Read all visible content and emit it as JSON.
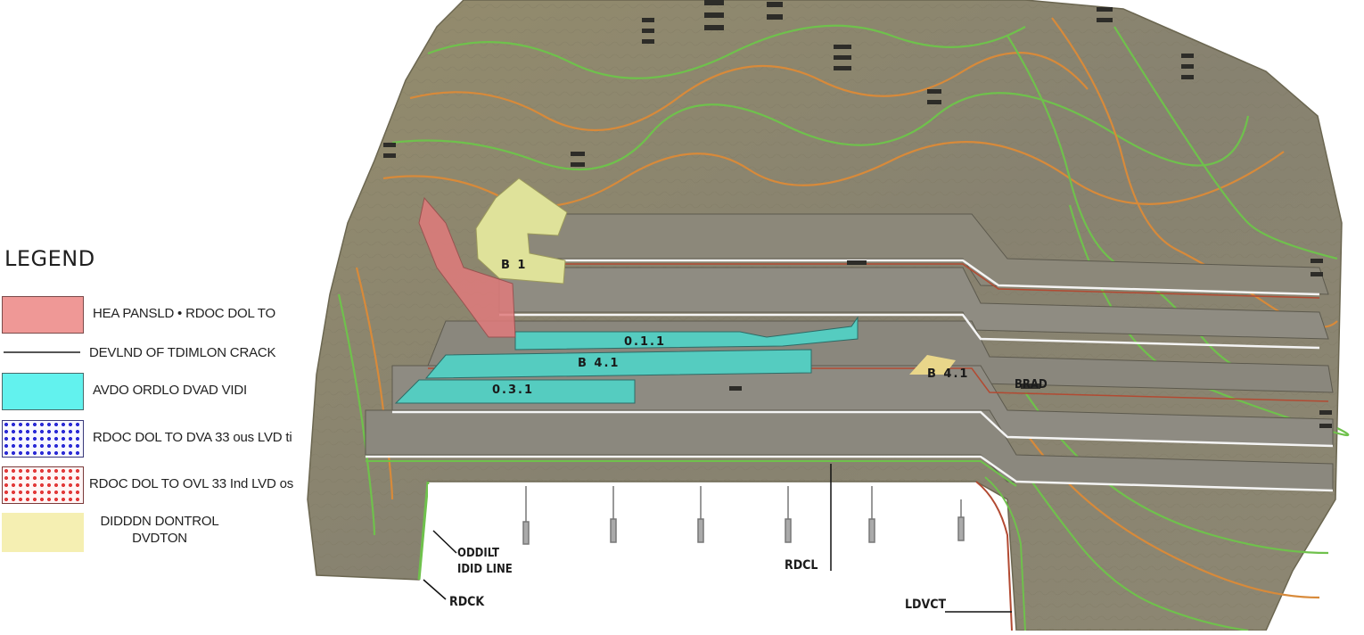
{
  "legend": {
    "title": "LEGEND",
    "items": [
      {
        "kind": "fill",
        "color": "#ef9896",
        "label": "HEA PANSLD • RDOC DOL TO"
      },
      {
        "kind": "line",
        "color": "#555555",
        "label": "DEVLND OF TDIMLON CRACK"
      },
      {
        "kind": "fill",
        "color": "#62f2ee",
        "label": "AVDO ORDLO DVAD VIDI"
      },
      {
        "kind": "dots-blue",
        "color": "#2b2bd6",
        "label": "RDOC DOL TO DVA  33 ous LVD ti"
      },
      {
        "kind": "dots-red",
        "color": "#e23a3a",
        "label": "RDOC DOL TO OVL  33 Ind LVD os"
      },
      {
        "kind": "fill",
        "color": "#f5efb2",
        "label": "DIDDDN DONTROL\nDVDTON"
      }
    ]
  },
  "map": {
    "lots": [
      "B 1",
      "0.1.1",
      "B 4.1",
      "0.3.1",
      "B 4.1"
    ],
    "annotations": {
      "left_callout": "ODDILT\nIDID LINE",
      "bottom_left": "RDCK",
      "bottom_center": "RDCL",
      "bottom_right": "LDVCT",
      "bench_right": "BRAD"
    },
    "colors": {
      "terrain": "#8b8570",
      "bench": "#8e8b82",
      "cyan": "#55ccc0",
      "pink": "#e07b7c",
      "yellow": "#dfe29a",
      "contour_green": "#6fc14c",
      "contour_orange": "#d88a3a",
      "road_white": "#f4f4f4",
      "road_red": "#b24a32"
    }
  }
}
